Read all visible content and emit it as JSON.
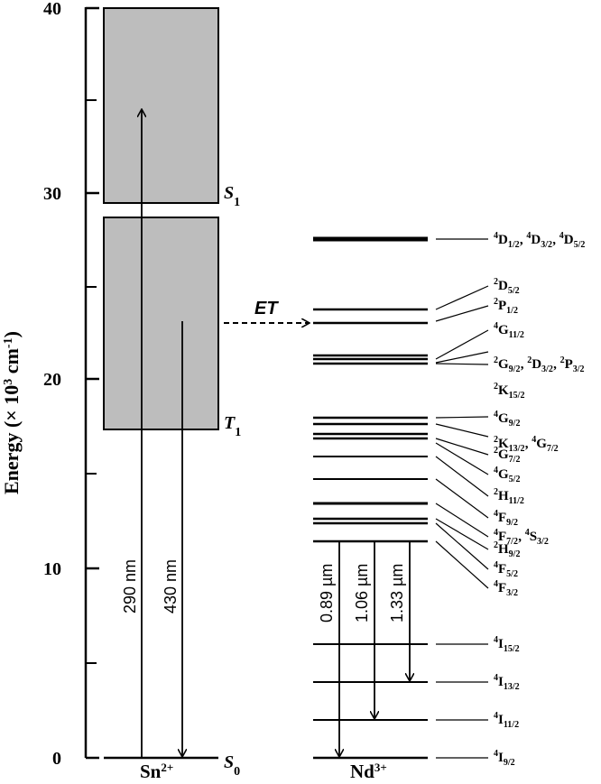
{
  "axis": {
    "label_main": "Energy (× 10",
    "label_sup": "3",
    "label_unit": " cm",
    "label_unit_sup": "-1",
    "label_close": ")",
    "ticks": [
      "0",
      "10",
      "20",
      "30",
      "40"
    ]
  },
  "sn": {
    "ion": "Sn",
    "ion_sup": "2+",
    "s1": "S",
    "s1_sub": "1",
    "t1": "T",
    "t1_sub": "1",
    "s0": "S",
    "s0_sub": "0",
    "excitation": "290 nm",
    "emission": "430 nm",
    "transfer": "ET"
  },
  "nd": {
    "ion": "Nd",
    "ion_sup": "3+",
    "emissions": [
      "0.89 µm",
      "1.06 µm",
      "1.33 µm"
    ],
    "labels": [
      {
        "parts": [
          [
            "4",
            "D",
            "1/2"
          ],
          [
            "4",
            "D",
            "3/2"
          ],
          [
            "4",
            "D",
            "5/2"
          ]
        ]
      },
      {
        "parts": [
          [
            "2",
            "D",
            "5/2"
          ]
        ]
      },
      {
        "parts": [
          [
            "2",
            "P",
            "1/2"
          ]
        ]
      },
      {
        "parts": [
          [
            "4",
            "G",
            "11/2"
          ]
        ]
      },
      {
        "parts": [
          [
            "2",
            "G",
            "9/2"
          ],
          [
            "2",
            "D",
            "3/2"
          ],
          [
            "2",
            "P",
            "3/2"
          ]
        ]
      },
      {
        "parts": [
          [
            "2",
            "K",
            "15/2"
          ]
        ]
      },
      {
        "parts": [
          [
            "4",
            "G",
            "9/2"
          ]
        ]
      },
      {
        "parts": [
          [
            "2",
            "K",
            "13/2"
          ],
          [
            "4",
            "G",
            "7/2"
          ]
        ]
      },
      {
        "parts": [
          [
            "2",
            "G",
            "7/2"
          ]
        ]
      },
      {
        "parts": [
          [
            "4",
            "G",
            "5/2"
          ]
        ]
      },
      {
        "parts": [
          [
            "2",
            "H",
            "11/2"
          ]
        ]
      },
      {
        "parts": [
          [
            "4",
            "F",
            "9/2"
          ]
        ]
      },
      {
        "parts": [
          [
            "4",
            "F",
            "7/2"
          ],
          [
            "4",
            "S",
            "3/2"
          ]
        ]
      },
      {
        "parts": [
          [
            "2",
            "H",
            "9/2"
          ]
        ]
      },
      {
        "parts": [
          [
            "4",
            "F",
            "5/2"
          ]
        ]
      },
      {
        "parts": [
          [
            "4",
            "F",
            "3/2"
          ]
        ]
      },
      {
        "parts": [
          [
            "4",
            "I",
            "15/2"
          ]
        ]
      },
      {
        "parts": [
          [
            "4",
            "I",
            "13/2"
          ]
        ]
      },
      {
        "parts": [
          [
            "4",
            "I",
            "11/2"
          ]
        ]
      },
      {
        "parts": [
          [
            "4",
            "I",
            "9/2"
          ]
        ]
      }
    ]
  }
}
